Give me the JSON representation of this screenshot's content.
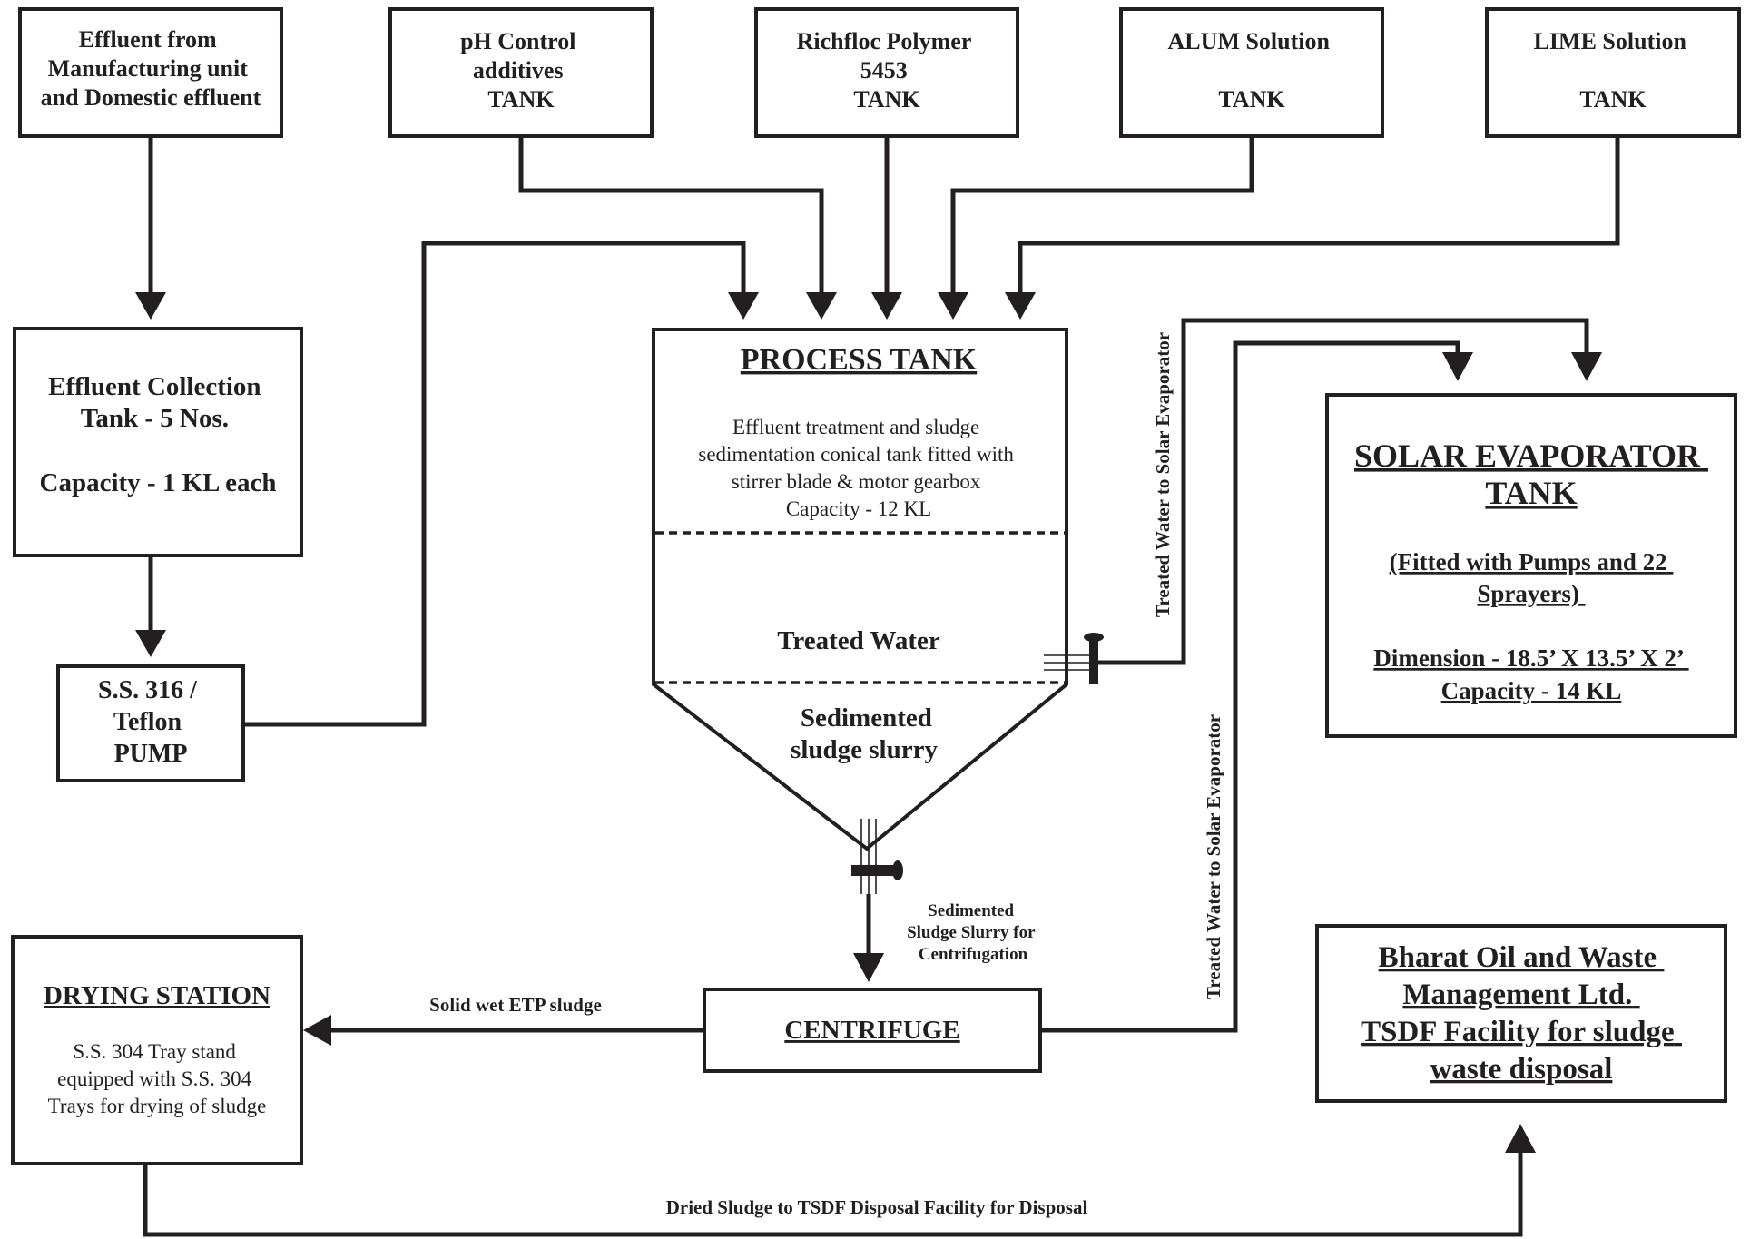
{
  "source_boxes": {
    "effluent_source": [
      "Effluent from",
      "Manufacturing unit",
      "and Domestic effluent"
    ],
    "ph_control_tank": [
      "pH Control",
      "additives",
      "TANK"
    ],
    "richfloc_tank": [
      "Richfloc Polymer",
      "5453",
      "TANK"
    ],
    "alum_tank": [
      "ALUM Solution",
      "TANK"
    ],
    "lime_tank": [
      "LIME Solution",
      "TANK"
    ]
  },
  "collection_tank": {
    "line1": "Effluent Collection",
    "line2": "Tank - 5 Nos.",
    "capacity": "Capacity - 1 KL each"
  },
  "pump": [
    "S.S. 316 /",
    "Teflon",
    "PUMP"
  ],
  "process_tank": {
    "title": "PROCESS TANK",
    "description": [
      "Effluent treatment and sludge",
      "sedimentation conical tank fitted with",
      "stirrer blade & motor gearbox",
      "Capacity - 12 KL"
    ],
    "treated_water": "Treated Water",
    "sludge": [
      "Sedimented",
      "sludge slurry"
    ]
  },
  "solar_evaporator": {
    "title": [
      "SOLAR EVAPORATOR",
      "TANK"
    ],
    "fitted": [
      "(Fitted with Pumps and 22",
      "Sprayers)"
    ],
    "dimension": "Dimension - 18.5’ X 13.5’ X 2’",
    "capacity": "Capacity - 14 KL"
  },
  "centrifuge": {
    "label": "CENTRIFUGE"
  },
  "drying_station": {
    "title": "DRYING STATION",
    "description": [
      "S.S. 304 Tray stand",
      "equipped with S.S. 304",
      "Trays for drying of sludge"
    ]
  },
  "tsdf": {
    "lines": [
      "Bharat Oil and Waste",
      "Management Ltd.",
      "TSDF Facility for sludge",
      "waste disposal"
    ]
  },
  "flow_labels": {
    "treated_water_upper": "Treated Water to Solar Evaporator",
    "treated_water_lower": "Treated Water to Solar Evaporator",
    "sludge_to_centrifuge": [
      "Sedimented",
      "Sludge Slurry for",
      "Centrifugation"
    ],
    "solid_sludge": "Solid wet ETP sludge",
    "dried_sludge": "Dried Sludge to TSDF Disposal Facility for Disposal"
  }
}
